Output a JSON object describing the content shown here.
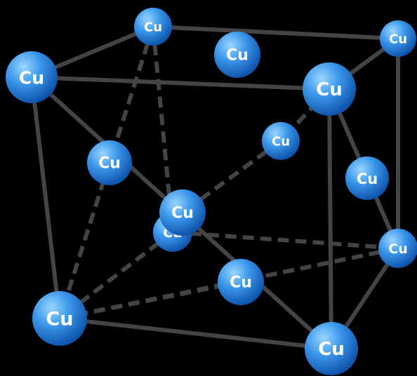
{
  "atoms": [
    {
      "id": "a1",
      "label": "Cu"
    },
    {
      "id": "a2",
      "label": "Cu"
    },
    {
      "id": "a3",
      "label": "Cu"
    },
    {
      "id": "a4",
      "label": "Cu"
    },
    {
      "id": "a5",
      "label": "Cu"
    },
    {
      "id": "a6",
      "label": "Cu"
    },
    {
      "id": "a7",
      "label": "Cu"
    },
    {
      "id": "a8",
      "label": "Cu"
    },
    {
      "id": "a9",
      "label": "Cu"
    },
    {
      "id": "a10",
      "label": "Cu"
    },
    {
      "id": "a11",
      "label": "Cu"
    },
    {
      "id": "a12",
      "label": "Cu"
    },
    {
      "id": "a13",
      "label": "Cu"
    },
    {
      "id": "a14",
      "label": "Cu"
    }
  ],
  "colors": {
    "background": "#000000",
    "bond": "#444444",
    "atom_light": "#8fd0ff",
    "atom_mid": "#2f8de6",
    "atom_dark": "#0a4fa8",
    "label": "#ffffff"
  }
}
